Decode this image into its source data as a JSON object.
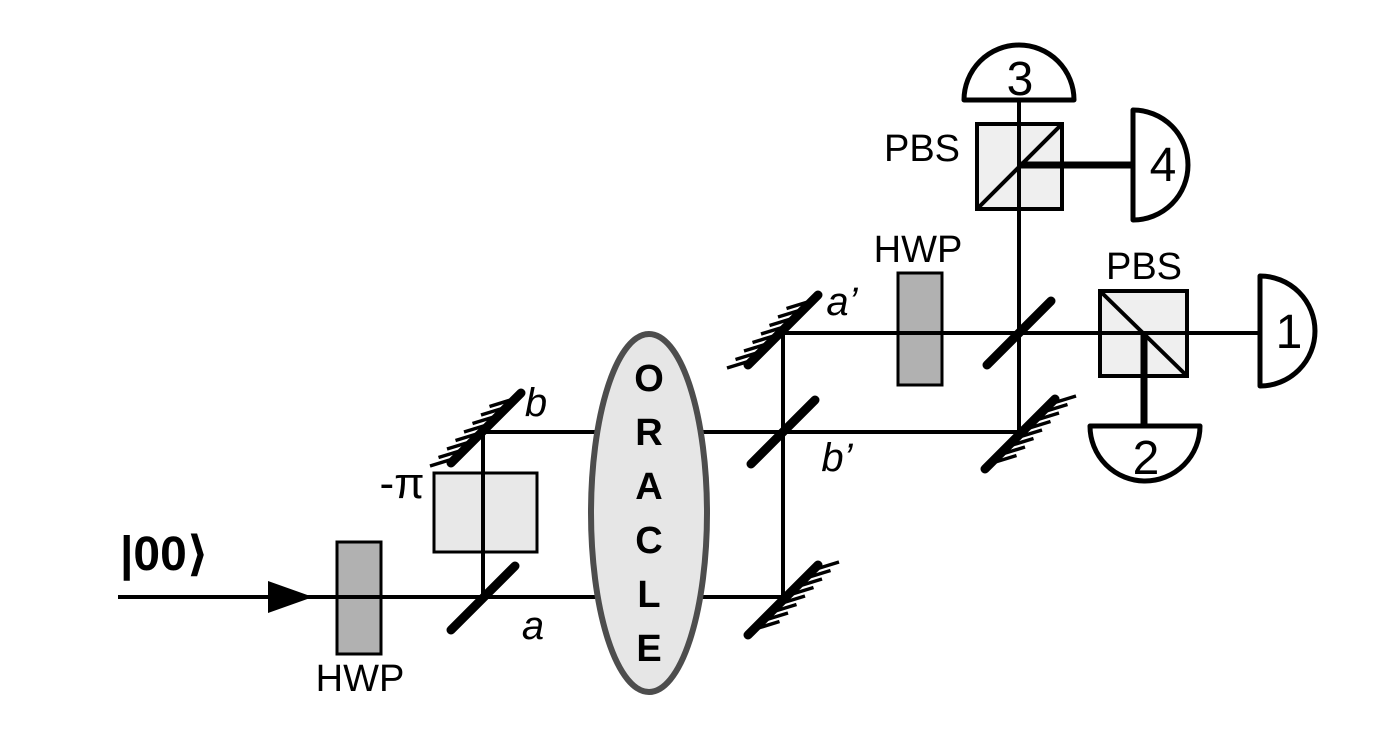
{
  "figure": {
    "kind": "quantum-optics interferometer diagram",
    "background": "#ffffff"
  },
  "input": {
    "state_label": "|00⟩"
  },
  "components": {
    "hwp_input": {
      "label": "HWP",
      "fill": "#b1b1b1"
    },
    "phase_shifter": {
      "label": "-π",
      "fill": "#e8e8e8"
    },
    "oracle": {
      "label": "ORACLE",
      "letters": [
        "O",
        "R",
        "A",
        "C",
        "L",
        "E"
      ],
      "fill": "#e6e6e6",
      "border": "#4d4d4d"
    },
    "hwp_output": {
      "label": "HWP",
      "fill": "#b1b1b1"
    },
    "pbs_top": {
      "label": "PBS",
      "fill": "#efefef"
    },
    "pbs_right": {
      "label": "PBS",
      "fill": "#efefef"
    }
  },
  "modes": {
    "a": "a",
    "b": "b",
    "a_prime": "a’",
    "b_prime": "b’"
  },
  "detectors": {
    "d1": "1",
    "d2": "2",
    "d3": "3",
    "d4": "4"
  },
  "colors": {
    "line": "#000000",
    "detector_fill": "#ffffff"
  }
}
